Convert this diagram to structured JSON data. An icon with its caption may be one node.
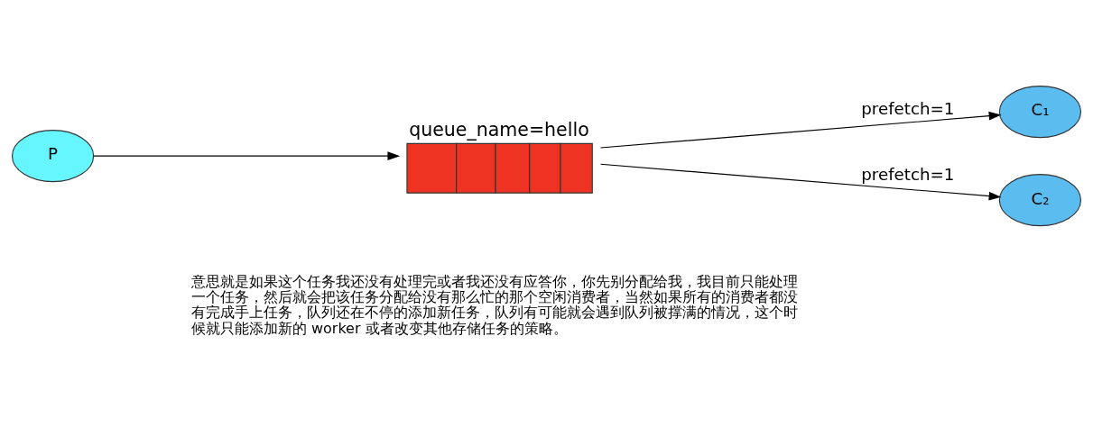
{
  "diagram": {
    "nodes": [
      {
        "text": [
          "P"
        ]
      },
      {
        "text": [
          "queue_name=hello"
        ]
      },
      {
        "text": [
          "C₁"
        ]
      },
      {
        "text": [
          "C₂"
        ]
      }
    ],
    "edges": [
      {
        "from": 0,
        "to": 1,
        "arrow": "to"
      },
      {
        "from": 1,
        "to": 2,
        "arrow": "to",
        "label": "prefetch=1"
      },
      {
        "from": 1,
        "to": 3,
        "arrow": "to",
        "label": "prefetch=1"
      }
    ],
    "labels": [
      "意思就是如果这个任务我还没有处理完或者我还没有应答你，你先别分配给我，我目前只能处理一个任务，然后就会把该任务分配给没有那么忙的那个空闲消费者，当然如果所有的消费者都没有完成手上任务，队列还在不停的添加新任务，队列有可能就会遇到队列被撑满的情况，这个时候就只能添加新的 worker 或者改变其他存储任务的策略。"
    ]
  }
}
